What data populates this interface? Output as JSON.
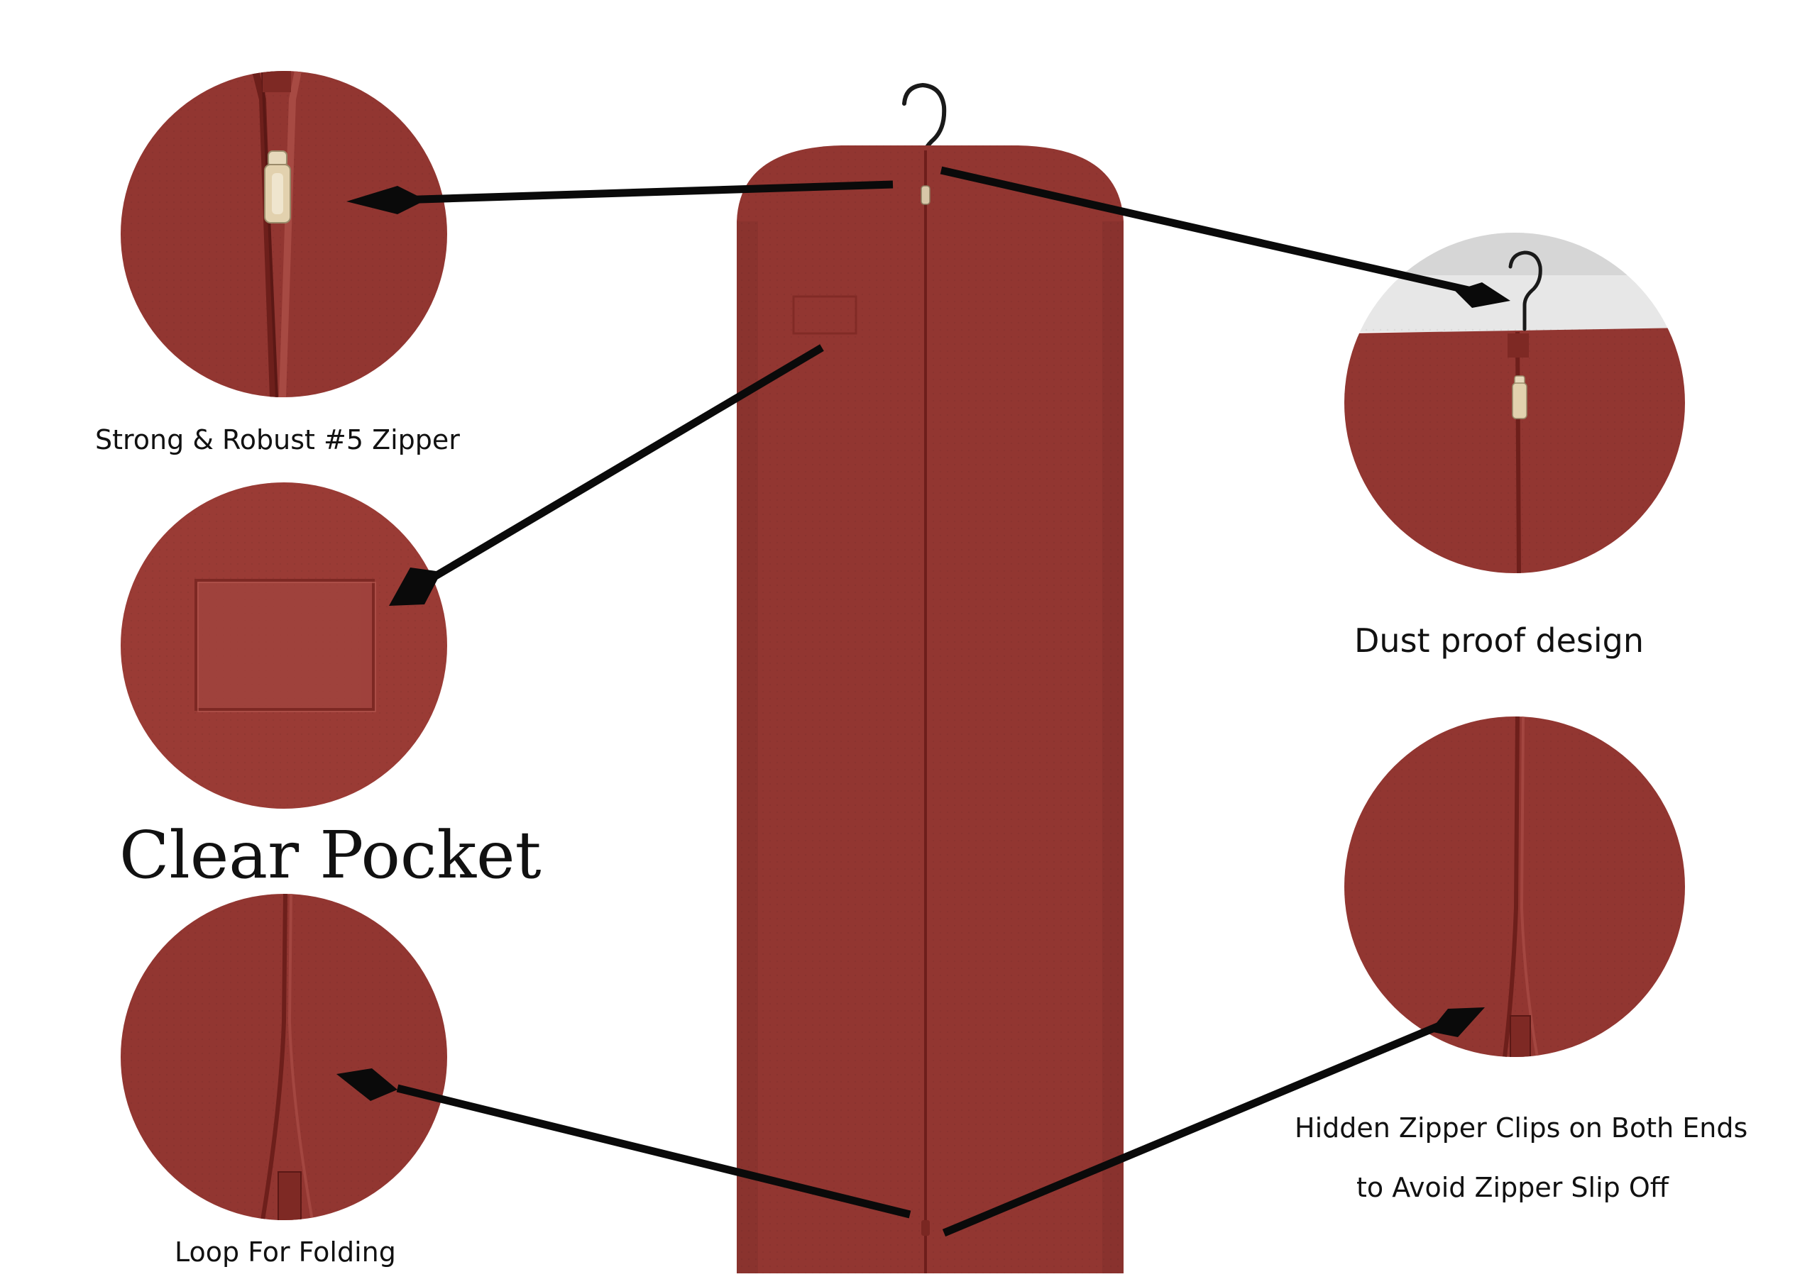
{
  "colors": {
    "fabric": "#923631",
    "fabric_dark": "#7c2622",
    "fabric_light": "#a0433d",
    "zipper_pull": "#d8c7a8",
    "arrow": "#0a0a0a",
    "hanger": "#1a1a1a",
    "background": "#ffffff"
  },
  "labels": {
    "zipper": "Strong & Robust #5 Zipper",
    "pocket": "Clear Pocket",
    "loop": "Loop For Folding",
    "dust": "Dust proof design",
    "clips_line1": "Hidden Zipper Clips on Both Ends",
    "clips_line2": "to Avoid Zipper Slip Off"
  }
}
